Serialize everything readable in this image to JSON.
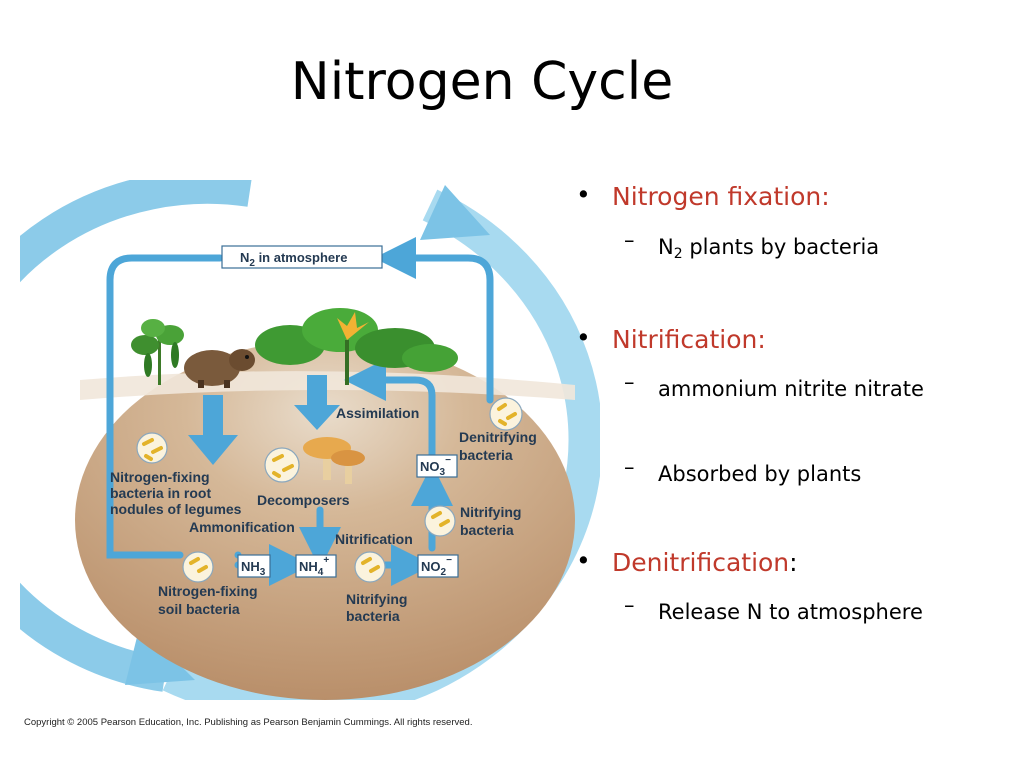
{
  "slide": {
    "title": "Nitrogen Cycle"
  },
  "diagram": {
    "n2_box": {
      "text": "N",
      "sub": "2",
      "rest": " in atmosphere"
    },
    "labels": {
      "assimilation": "Assimilation",
      "denitrifying_1": "Denitrifying",
      "denitrifying_2": "bacteria",
      "legumes_1": "Nitrogen-fixing",
      "legumes_2": "bacteria in root",
      "legumes_3": "nodules of legumes",
      "decomposers": "Decomposers",
      "ammonification": "Ammonification",
      "nitrification": "Nitrification",
      "nitrifying_top_1": "Nitrifying",
      "nitrifying_top_2": "bacteria",
      "soil_1": "Nitrogen-fixing",
      "soil_2": "soil bacteria",
      "nitrifying_bottom_1": "Nitrifying",
      "nitrifying_bottom_2": "bacteria"
    },
    "chem": {
      "nh3": {
        "base": "NH",
        "sub": "3",
        "sup": ""
      },
      "nh4": {
        "base": "NH",
        "sub": "4",
        "sup": "+"
      },
      "no2": {
        "base": "NO",
        "sub": "2",
        "sup": "−"
      },
      "no3": {
        "base": "NO",
        "sub": "3",
        "sup": "−"
      }
    },
    "copyright": "Copyright © 2005 Pearson Education, Inc. Publishing as Pearson Benjamin Cummings. All rights reserved."
  },
  "bullets": {
    "fixation": {
      "heading": "Nitrogen fixation:",
      "sub1": {
        "pre": "N",
        "sub": "2",
        "post": "  plants by bacteria"
      }
    },
    "nitrification": {
      "heading": "Nitrification:",
      "sub1": "ammonium  nitrite  nitrate",
      "sub2": "Absorbed by plants"
    },
    "denitrification": {
      "heading": "Denitrification",
      "suffix": ":",
      "sub1": "Release N to atmosphere"
    },
    "bullet_glyph": "•",
    "dash_glyph": "–"
  },
  "colors": {
    "title_red": "#c0392b",
    "cycle_arrow": "#7cc3e6",
    "flow_arrow": "#4da6d8",
    "soil": "#c9a27e",
    "label_text": "#243a52"
  }
}
